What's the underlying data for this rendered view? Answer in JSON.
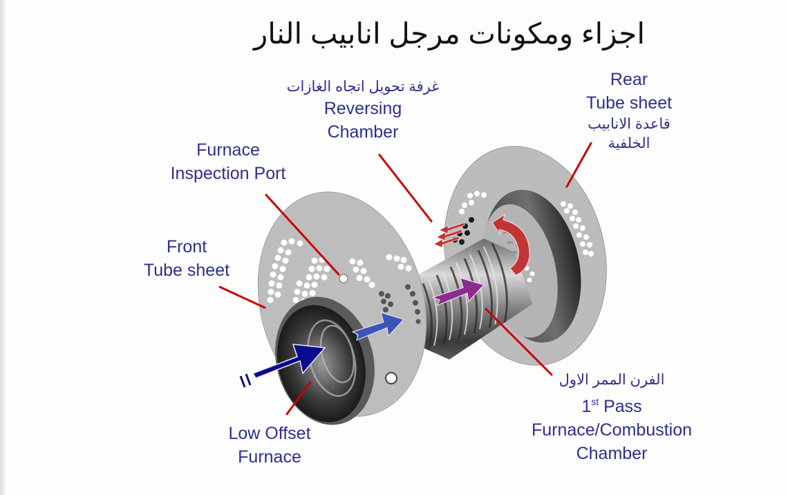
{
  "title": "اجزاء ومكونات مرجل انابيب النار",
  "labels": {
    "reversing_chamber": {
      "arabic": "غرفة تحويل اتجاه الغازات",
      "line1": "Reversing",
      "line2": "Chamber"
    },
    "rear_tube_sheet": {
      "line1": "Rear",
      "line2": "Tube sheet",
      "arabic1": "قاعدة الانابيب",
      "arabic2": "الخلفية"
    },
    "furnace_inspection_port": {
      "line1": "Furnace",
      "line2": "Inspection Port"
    },
    "front_tube_sheet": {
      "line1": "Front",
      "line2": "Tube sheet"
    },
    "first_pass_furnace": {
      "arabic": "الفرن الممر الاول",
      "ordinal_number": "1",
      "ordinal_suffix": "st",
      "line1_rest": " Pass",
      "line2": "Furnace/Combustion",
      "line3": "Chamber"
    },
    "low_offset_furnace": {
      "line1": "Low Offset",
      "line2": "Furnace"
    }
  },
  "colors": {
    "label_text": "#2d2f8f",
    "callout_line": "#cc0000",
    "inlet_arrow": "#0a0a8c",
    "second_arrow": "#3a55b8",
    "furnace_arrow": "#8a2c8e",
    "reversing_arrow": "#c03535",
    "metal": "#b9b9b9"
  }
}
